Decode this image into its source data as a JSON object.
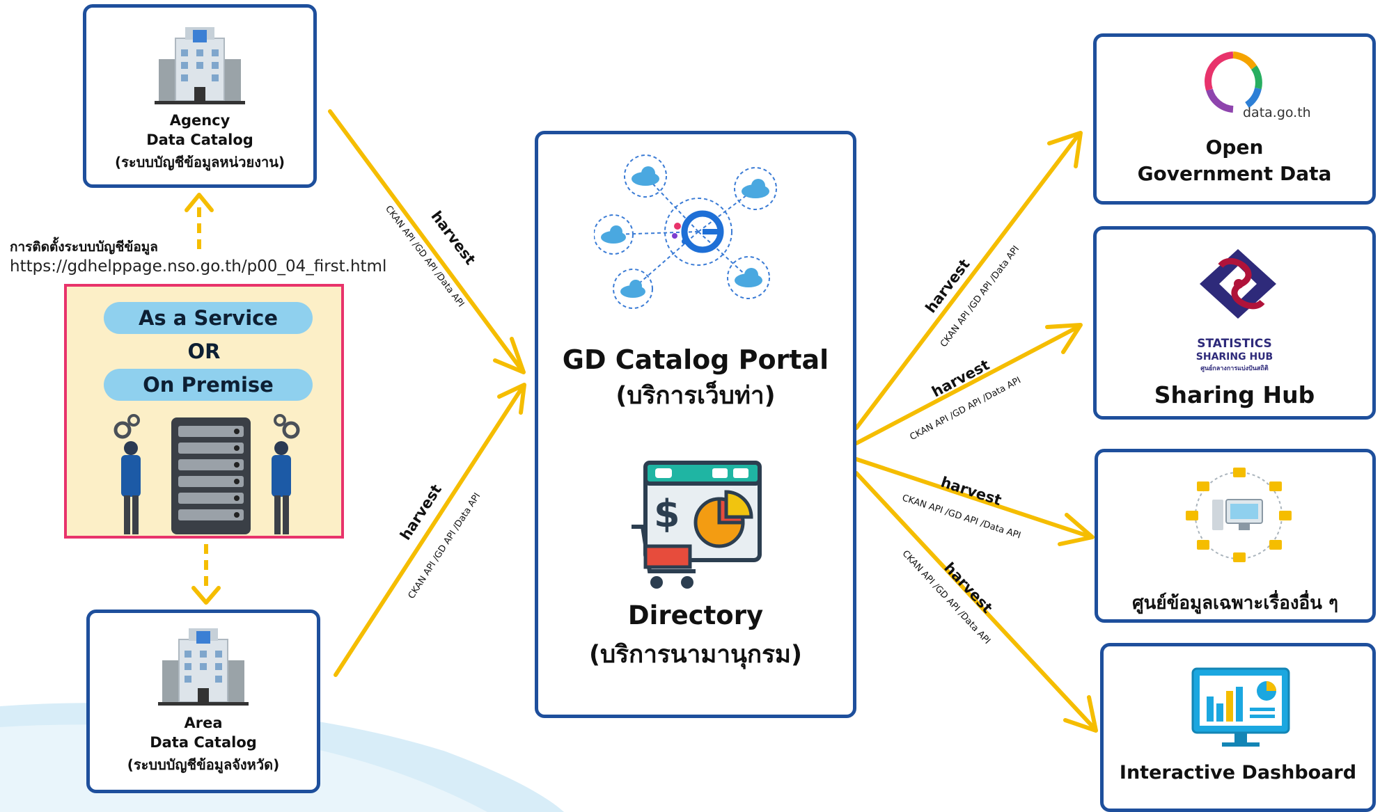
{
  "agency": {
    "line1": "Agency",
    "line2": "Data Catalog",
    "line3": "(ระบบบัญชีข้อมูลหน่วยงาน)"
  },
  "area": {
    "line1": "Area",
    "line2": "Data Catalog",
    "line3": "(ระบบบัญชีข้อมูลจังหวัด)"
  },
  "install": {
    "title": "การติดตั้งระบบบัญชีข้อมูล",
    "url": "https://gdhelppage.nso.go.th/p00_04_first.html"
  },
  "deploy": {
    "service": "As a Service",
    "or": "OR",
    "premise": "On Premise"
  },
  "center": {
    "portal_line1": "GD Catalog Portal",
    "portal_line2": "(บริการเว็บท่า)",
    "dir_line1": "Directory",
    "dir_line2": "(บริการนามานุกรม)"
  },
  "targets": {
    "open_gov": {
      "logo_text": "data.go.th",
      "line1": "Open",
      "line2": "Government Data"
    },
    "sharing": {
      "logo1": "STATISTICS",
      "logo2": "SHARING HUB",
      "logo3": "ศูนย์กลางการแบ่งปันสถิติ",
      "label": "Sharing Hub"
    },
    "specific": {
      "label": "ศูนย์ข้อมูลเฉพาะเรื่องอื่น ๆ"
    },
    "dashboard": {
      "label": "Interactive Dashboard"
    }
  },
  "edge": {
    "harvest": "harvest",
    "api": "CKAN API /GD API /Data API"
  },
  "colors": {
    "arrow": "#f5bd00",
    "border": "#1e4f9c",
    "pink": "#e8336b"
  }
}
